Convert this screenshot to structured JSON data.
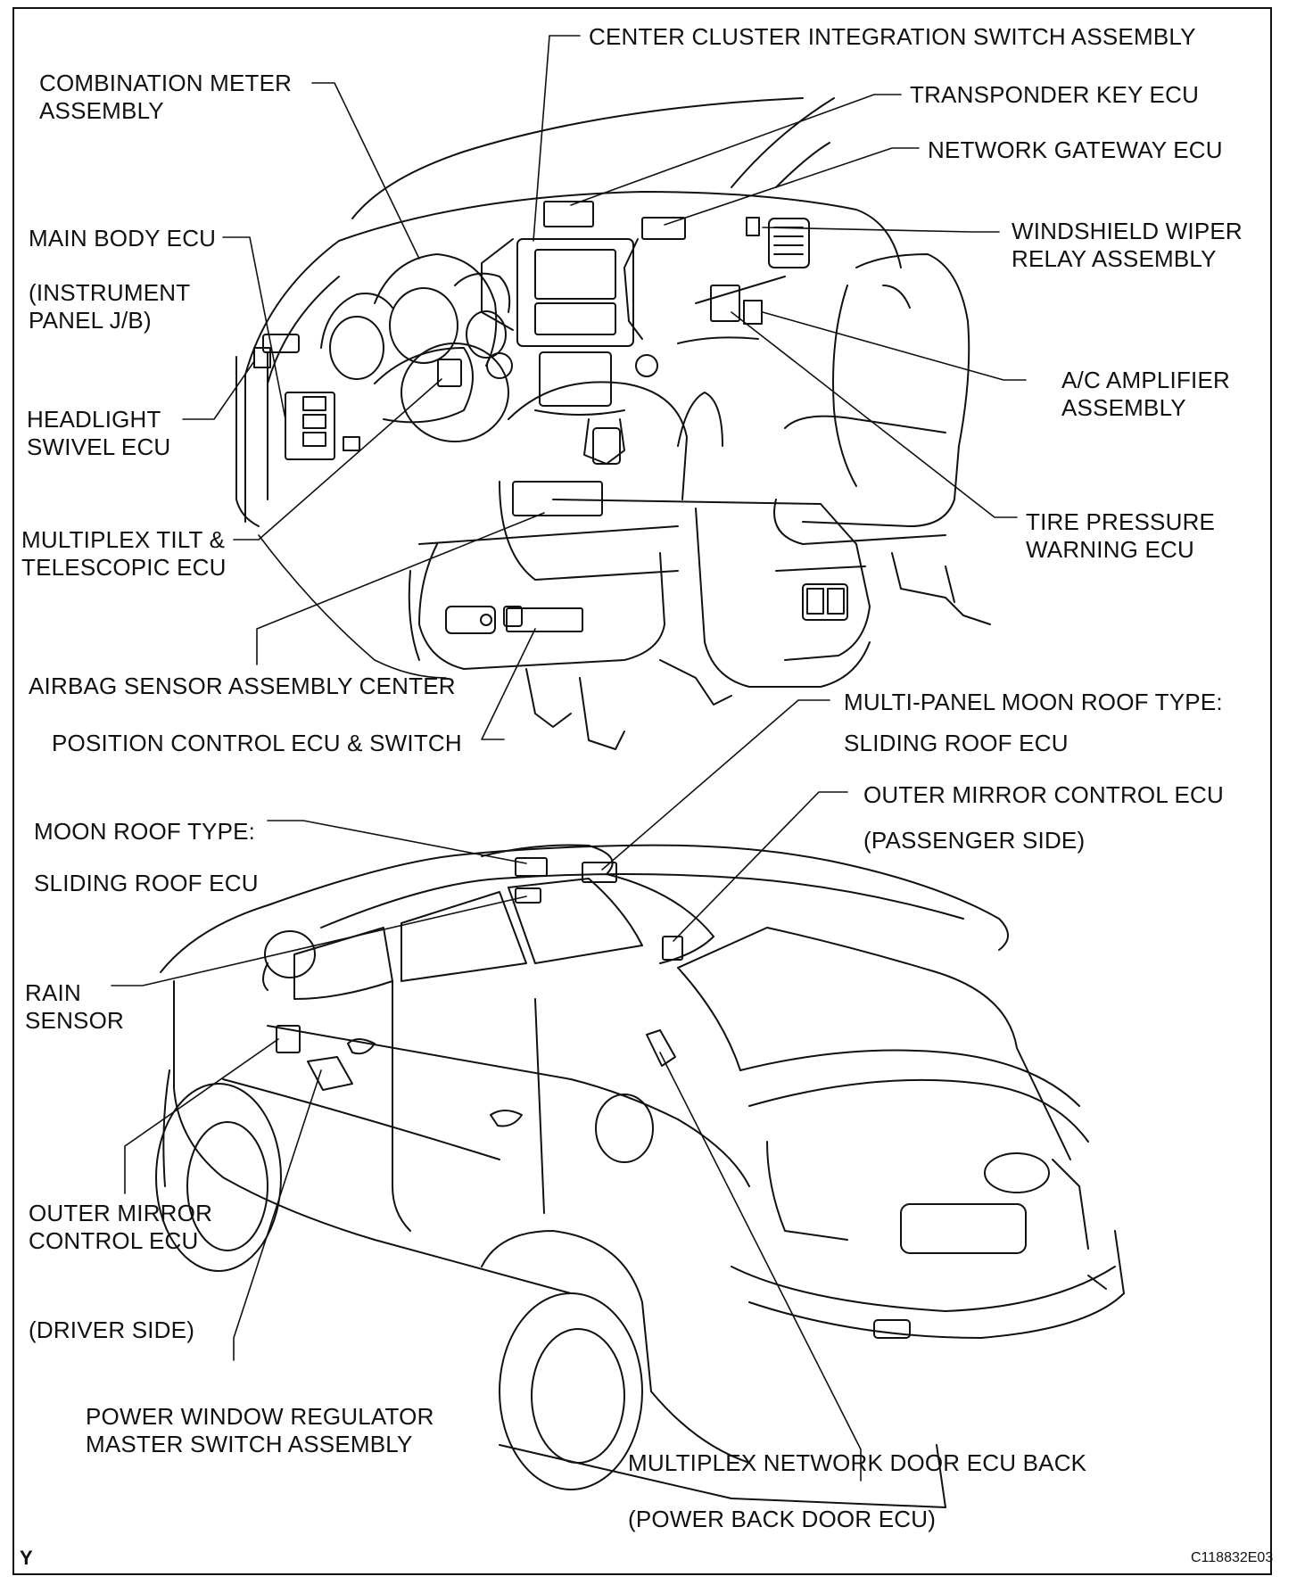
{
  "labels": {
    "center_cluster": "CENTER CLUSTER INTEGRATION SWITCH ASSEMBLY",
    "combination_meter": [
      "COMBINATION METER",
      "ASSEMBLY"
    ],
    "transponder_key": "TRANSPONDER KEY ECU",
    "network_gateway": "NETWORK GATEWAY ECU",
    "main_body": "MAIN BODY ECU",
    "instrument_panel": [
      "(INSTRUMENT",
      "PANEL J/B)"
    ],
    "windshield_wiper": [
      "WINDSHIELD WIPER",
      "RELAY ASSEMBLY"
    ],
    "headlight_swivel": [
      "HEADLIGHT",
      "SWIVEL ECU"
    ],
    "ac_amplifier": [
      "A/C AMPLIFIER",
      "ASSEMBLY"
    ],
    "tire_pressure": [
      "TIRE PRESSURE",
      "WARNING ECU"
    ],
    "multiplex_tilt": [
      "MULTIPLEX TILT &",
      "TELESCOPIC ECU"
    ],
    "airbag_sensor": "AIRBAG SENSOR ASSEMBLY CENTER",
    "multi_panel": "MULTI-PANEL MOON ROOF TYPE:",
    "sliding_roof_1": "SLIDING ROOF ECU",
    "position_control": "POSITION CONTROL ECU & SWITCH",
    "outer_mirror_pass": "OUTER MIRROR CONTROL ECU",
    "passenger_side": "(PASSENGER SIDE)",
    "moon_roof": "MOON ROOF TYPE:",
    "sliding_roof_2": "SLIDING ROOF ECU",
    "rain_sensor": [
      "RAIN",
      "SENSOR"
    ],
    "outer_mirror_driver": [
      "OUTER MIRROR",
      "CONTROL ECU"
    ],
    "driver_side": "(DRIVER SIDE)",
    "power_window": [
      "POWER WINDOW REGULATOR",
      "MASTER SWITCH ASSEMBLY"
    ],
    "multiplex_door": "MULTIPLEX NETWORK DOOR ECU BACK",
    "power_back_door": "(POWER BACK DOOR ECU)"
  },
  "footer": {
    "letter": "Y",
    "code": "C118832E03"
  }
}
